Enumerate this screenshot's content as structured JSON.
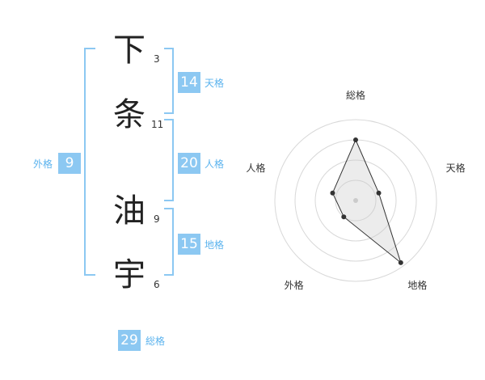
{
  "name": {
    "chars": [
      {
        "char": "下",
        "strokes": "3"
      },
      {
        "char": "条",
        "strokes": "11"
      },
      {
        "char": "油",
        "strokes": "9"
      },
      {
        "char": "宇",
        "strokes": "6"
      }
    ]
  },
  "fortunes": {
    "tenkaku": {
      "label": "天格",
      "value": "14"
    },
    "jinkaku": {
      "label": "人格",
      "value": "20"
    },
    "chikaku": {
      "label": "地格",
      "value": "15"
    },
    "gaikaku": {
      "label": "外格",
      "value": "9"
    },
    "soukaku": {
      "label": "総格",
      "value": "29"
    }
  },
  "colors": {
    "accent": "#8cc8f2",
    "accent_text": "#5bb3ee",
    "bracket": "#8cc8f2",
    "radar_ring": "#d8d8d8",
    "radar_line": "#333333"
  },
  "chart_data": {
    "type": "radar",
    "axes": [
      "総格",
      "天格",
      "地格",
      "外格",
      "人格"
    ],
    "values": [
      0.75,
      0.3,
      0.95,
      0.25,
      0.3
    ],
    "range": [
      0,
      1
    ],
    "rings": 4
  }
}
